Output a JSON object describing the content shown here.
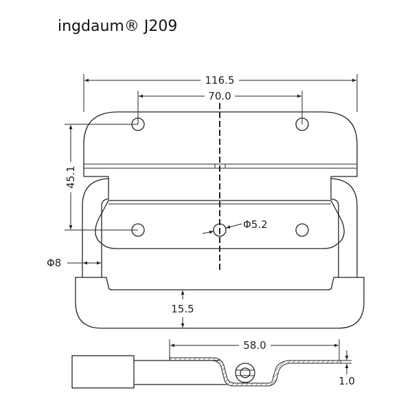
{
  "title": "ingdaum® J209",
  "dimensions": {
    "overall_width": "116.5",
    "hole_spacing": "70.0",
    "vertical_hole_spacing": "45.1",
    "hole_diameter": "Φ5.2",
    "wire_diameter": "Φ8",
    "grip_height": "15.5",
    "side_length": "58.0",
    "thickness": "1.0"
  }
}
